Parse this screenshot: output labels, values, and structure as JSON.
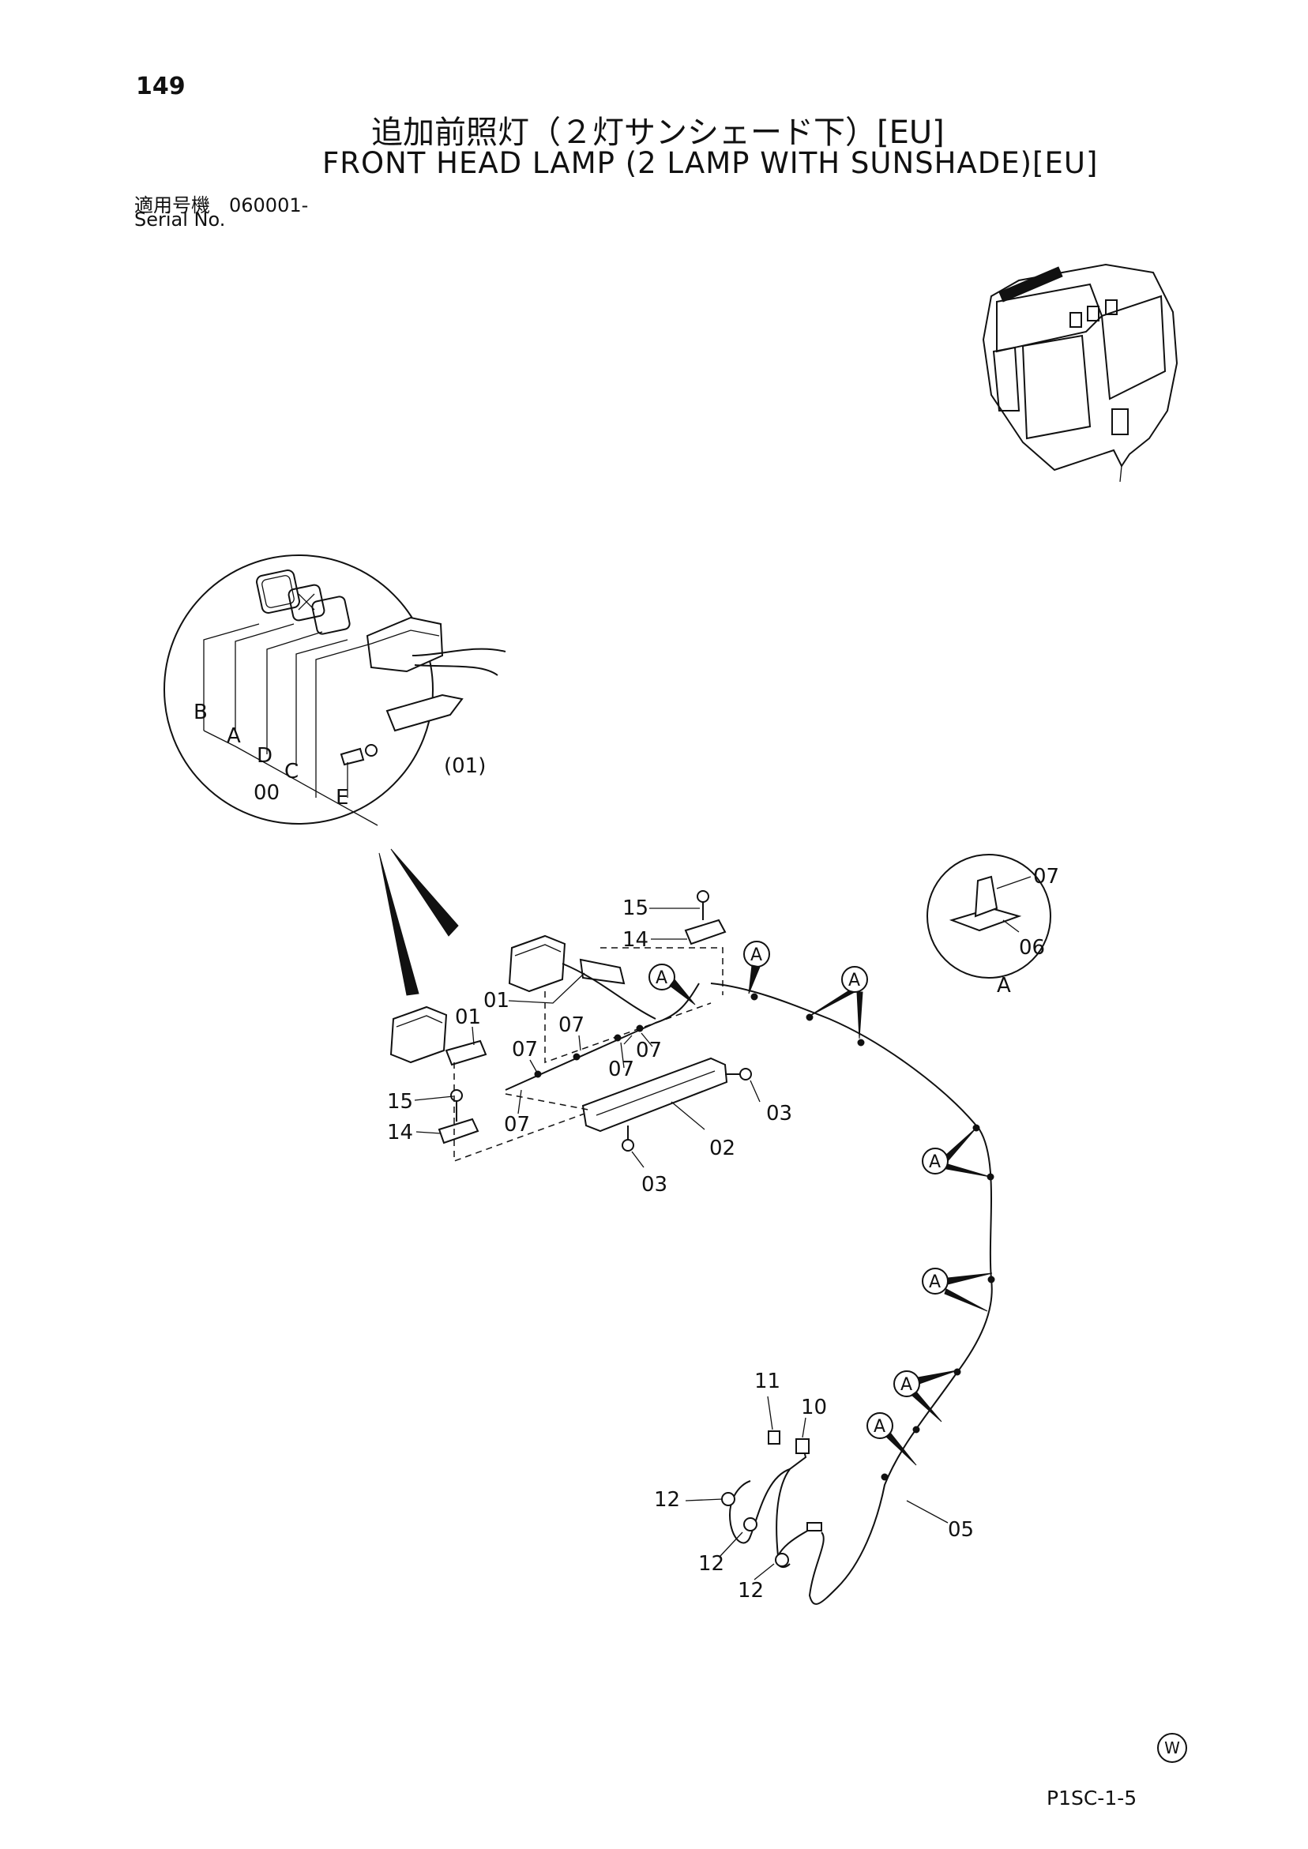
{
  "page": {
    "number": "149"
  },
  "title": {
    "japanese": "追加前照灯（２灯サンシェード下）[EU]",
    "english": "FRONT HEAD LAMP (2 LAMP WITH SUNSHADE)[EU]"
  },
  "serial": {
    "label_jp": "適用号機　060001-",
    "label_en": "Serial No."
  },
  "detail_view": {
    "letters": [
      "B",
      "A",
      "D",
      "C",
      "E"
    ],
    "set_number": "00",
    "part_ref": "(01)"
  },
  "clamp_detail": {
    "parts": [
      "07",
      "06"
    ],
    "view_label": "A"
  },
  "part_labels": {
    "p01a": "01",
    "p01b": "01",
    "p02": "02",
    "p03a": "03",
    "p03b": "03",
    "p05": "05",
    "p07a": "07",
    "p07b": "07",
    "p07c": "07",
    "p07d": "07",
    "p07e": "07",
    "p10": "10",
    "p11": "11",
    "p12a": "12",
    "p12b": "12",
    "p12c": "12",
    "p14a": "14",
    "p14b": "14",
    "p15a": "15",
    "p15b": "15"
  },
  "callout_marker": "A",
  "footer": {
    "watermark": "W",
    "drawing_code": "P1SC-1-5"
  }
}
